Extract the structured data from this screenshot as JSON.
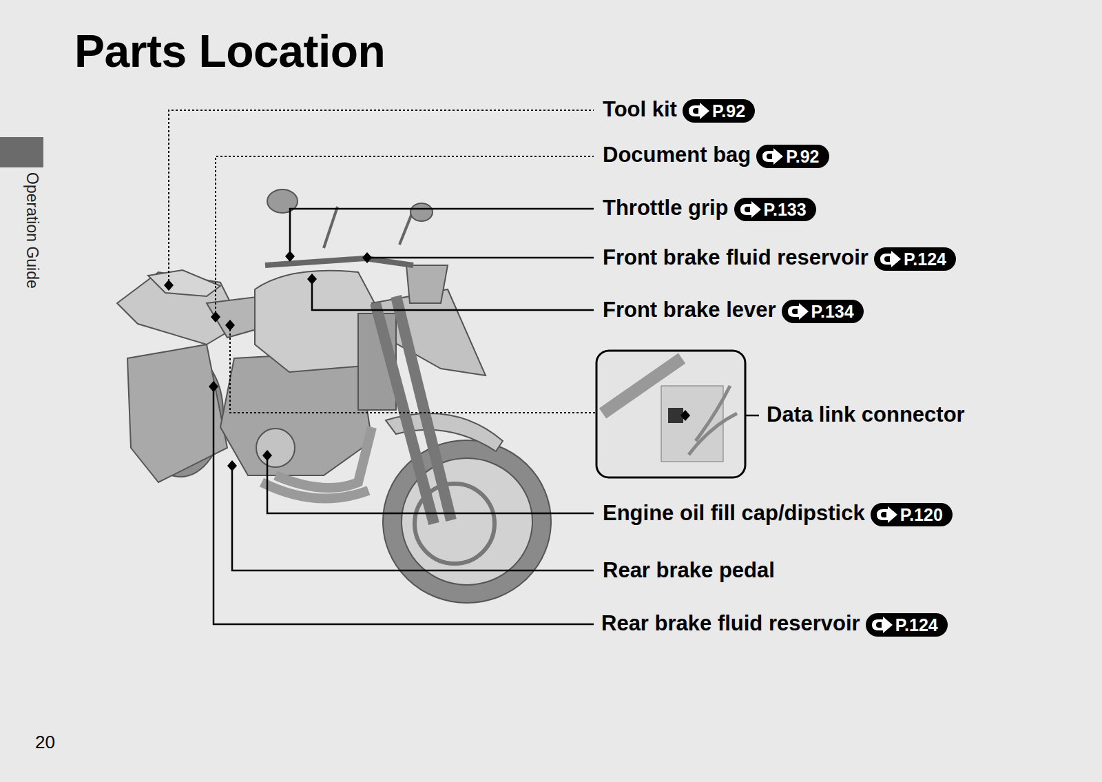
{
  "diagram": {
    "title": "Parts Location",
    "nodes": [
      {
        "text": [
          "P.92"
        ]
      },
      {
        "text": [
          "P.92"
        ]
      },
      {
        "text": [
          "P.133"
        ]
      },
      {
        "text": [
          "P.124"
        ]
      },
      {
        "text": [
          "P.134"
        ]
      },
      {
        "text": [
          "P.120"
        ]
      },
      {
        "text": [
          "P.124"
        ]
      }
    ],
    "edges": [],
    "labels": [
      "Tool kit",
      "Document bag",
      "Throttle grip",
      "Front brake fluid reservoir",
      "Front brake lever",
      "Data link connector",
      "Engine oil fill cap/dipstick",
      "Rear brake pedal",
      "Rear brake fluid reservoir",
      "Operation Guide",
      "20"
    ]
  }
}
